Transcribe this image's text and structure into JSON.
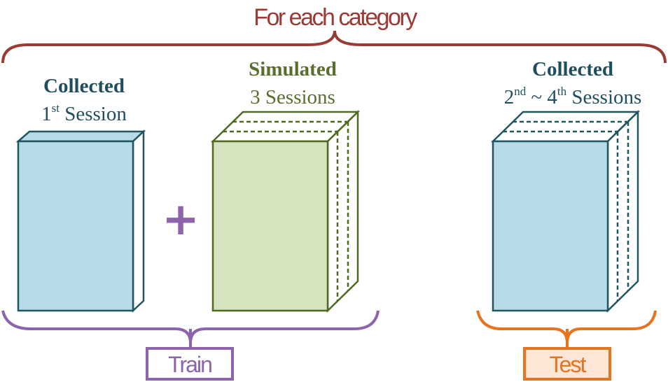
{
  "title": "For each category",
  "groups": {
    "collected_first": {
      "heading": "Collected",
      "num": "1",
      "sup": "st",
      "rest": " Session"
    },
    "simulated": {
      "heading": "Simulated",
      "sub": "3 Sessions"
    },
    "collected_rest": {
      "heading": "Collected",
      "n1": "2",
      "sup1": "nd",
      "mid": " ~ 4",
      "sup2": "th",
      "rest": " Sessions"
    }
  },
  "operator": "+",
  "labels": {
    "train": "Train",
    "test": "Test"
  },
  "colors": {
    "title": "#9b3a34",
    "collected_text": "#1f4e5f",
    "simulated_text": "#5a6e2c",
    "collected_fill": "#b7dce8",
    "collected_stroke": "#1f5660",
    "simulated_fill": "#d6e3bf",
    "simulated_stroke": "#4f6a1e",
    "train": "#8d63ab",
    "test": "#e6731e",
    "test_fill": "#fde6d6"
  }
}
